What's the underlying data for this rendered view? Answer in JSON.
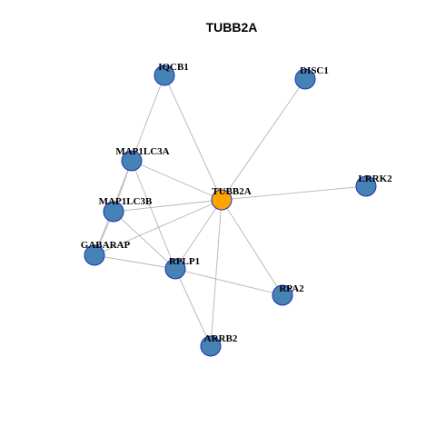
{
  "title": "TUBB2A",
  "colors": {
    "hub": "#FFA500",
    "node": "#4682B4",
    "node_border": "#1F2FB8",
    "edge": "#B5B5B5"
  },
  "network": {
    "hub": "TUBB2A",
    "nodes": [
      {
        "id": "TUBB2A",
        "label": "TUBB2A",
        "role": "hub"
      },
      {
        "id": "IQCB1",
        "label": "IQCB1",
        "role": "partner"
      },
      {
        "id": "DISC1",
        "label": "DISC1",
        "role": "partner"
      },
      {
        "id": "MAP1LC3A",
        "label": "MAP1LC3A",
        "role": "partner"
      },
      {
        "id": "LRRK2",
        "label": "LRRK2",
        "role": "partner"
      },
      {
        "id": "MAP1LC3B",
        "label": "MAP1LC3B",
        "role": "partner"
      },
      {
        "id": "GABARAP",
        "label": "GABARAP",
        "role": "partner"
      },
      {
        "id": "RPLP1",
        "label": "RPLP1",
        "role": "partner"
      },
      {
        "id": "RPA2",
        "label": "RPA2",
        "role": "partner"
      },
      {
        "id": "ARRB2",
        "label": "ARRB2",
        "role": "partner"
      }
    ],
    "edges": [
      [
        "TUBB2A",
        "IQCB1"
      ],
      [
        "TUBB2A",
        "DISC1"
      ],
      [
        "TUBB2A",
        "MAP1LC3A"
      ],
      [
        "TUBB2A",
        "LRRK2"
      ],
      [
        "TUBB2A",
        "MAP1LC3B"
      ],
      [
        "TUBB2A",
        "GABARAP"
      ],
      [
        "TUBB2A",
        "RPLP1"
      ],
      [
        "TUBB2A",
        "RPA2"
      ],
      [
        "TUBB2A",
        "ARRB2"
      ],
      [
        "IQCB1",
        "MAP1LC3A"
      ],
      [
        "MAP1LC3A",
        "MAP1LC3B"
      ],
      [
        "MAP1LC3A",
        "GABARAP"
      ],
      [
        "MAP1LC3A",
        "RPLP1"
      ],
      [
        "MAP1LC3B",
        "GABARAP"
      ],
      [
        "MAP1LC3B",
        "RPLP1"
      ],
      [
        "GABARAP",
        "RPLP1"
      ],
      [
        "RPLP1",
        "RPA2"
      ],
      [
        "RPLP1",
        "ARRB2"
      ]
    ]
  }
}
